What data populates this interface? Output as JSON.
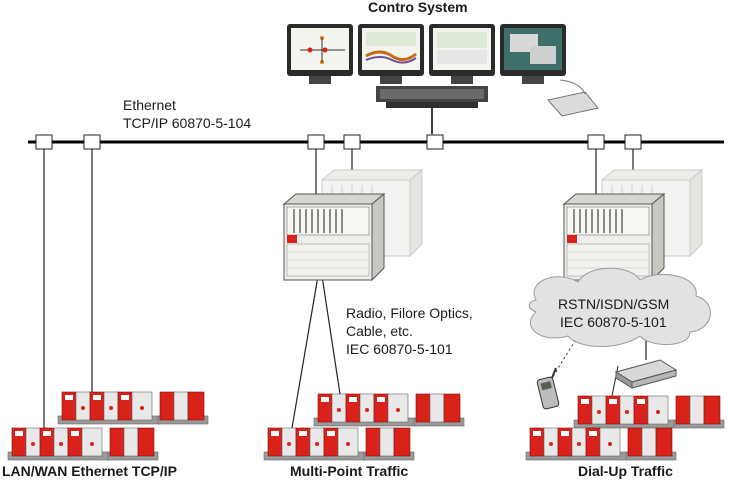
{
  "title": "Contro System",
  "ethernet": {
    "line1": "Ethernet",
    "line2": "TCP/IP 60870-5-104"
  },
  "radio_note": {
    "line1": "Radio, Filore Optics,",
    "line2": "Cable, etc.",
    "line3": "IEC 60870-5-101"
  },
  "cloud": {
    "line1": "RSTN/ISDN/GSM",
    "line2": "IEC 60870-5-101"
  },
  "sections": {
    "lan": "LAN/WAN Ethernet TCP/IP",
    "multipoint": "Multi-Point Traffic",
    "dialup": "Dial-Up Traffic"
  },
  "colors": {
    "rtu_red": "#d9231a",
    "rack_front": "#e9e9e2",
    "bus": "#000000",
    "cloud": "#e2e2e2"
  }
}
